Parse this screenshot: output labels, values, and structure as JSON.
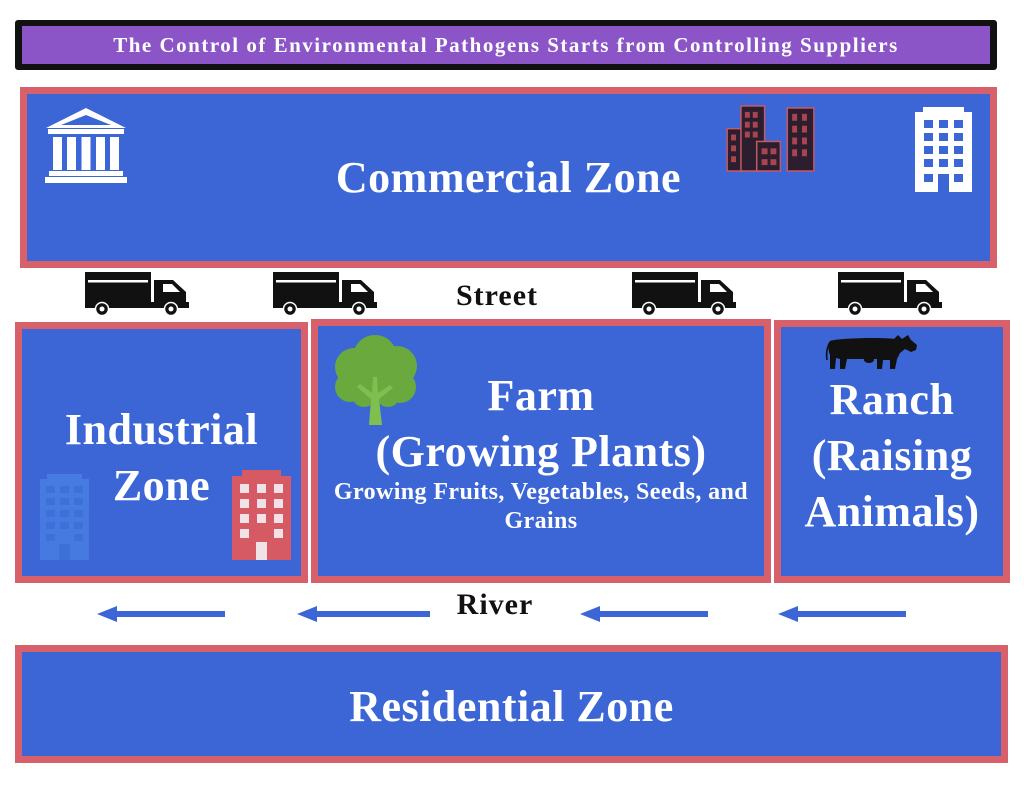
{
  "title": "The Control of Environmental Pathogens Starts from Controlling Suppliers",
  "colors": {
    "zone_fill": "#3c66d6",
    "zone_border": "#d8606b",
    "banner_fill": "#8b55c8",
    "banner_border": "#111111",
    "arrow": "#3c66d6",
    "tree": "#69a93d",
    "tree_trunk": "#7fbf50",
    "label_light": "#ffffff",
    "label_dark": "#111111"
  },
  "zones": {
    "commercial": {
      "label": "Commercial Zone",
      "icons": [
        "bank-building-icon",
        "city-buildings-icon",
        "office-building-icon"
      ]
    },
    "industrial": {
      "label_lines": [
        "Industrial",
        "Zone"
      ],
      "icons": [
        "factory-building-icon",
        "apartment-building-icon"
      ]
    },
    "farm": {
      "title": "Farm",
      "subtitle": "(Growing Plants)",
      "description_lines": [
        "Growing Fruits, Vegetables, Seeds, and",
        "Grains"
      ],
      "icons": [
        "tree-icon"
      ]
    },
    "ranch": {
      "label_lines": [
        "Ranch",
        "(Raising",
        "Animals)"
      ],
      "icons": [
        "cow-icon"
      ]
    },
    "residential": {
      "label": "Residential Zone"
    }
  },
  "street": {
    "label": "Street",
    "icons": [
      "truck-icon",
      "truck-icon",
      "truck-icon",
      "truck-icon"
    ]
  },
  "river": {
    "label": "River",
    "icons": [
      "arrow-left-icon",
      "arrow-left-icon",
      "arrow-left-icon",
      "arrow-left-icon"
    ]
  }
}
